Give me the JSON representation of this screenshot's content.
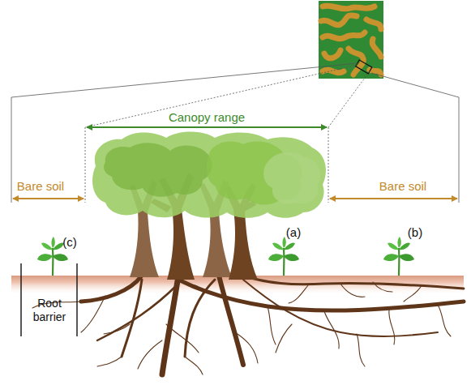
{
  "diagram": {
    "labels": [
      "Canopy range",
      "Bare soil",
      "Bare soil",
      "(a)",
      "(b)",
      "(c)",
      "Root barrier"
    ]
  }
}
